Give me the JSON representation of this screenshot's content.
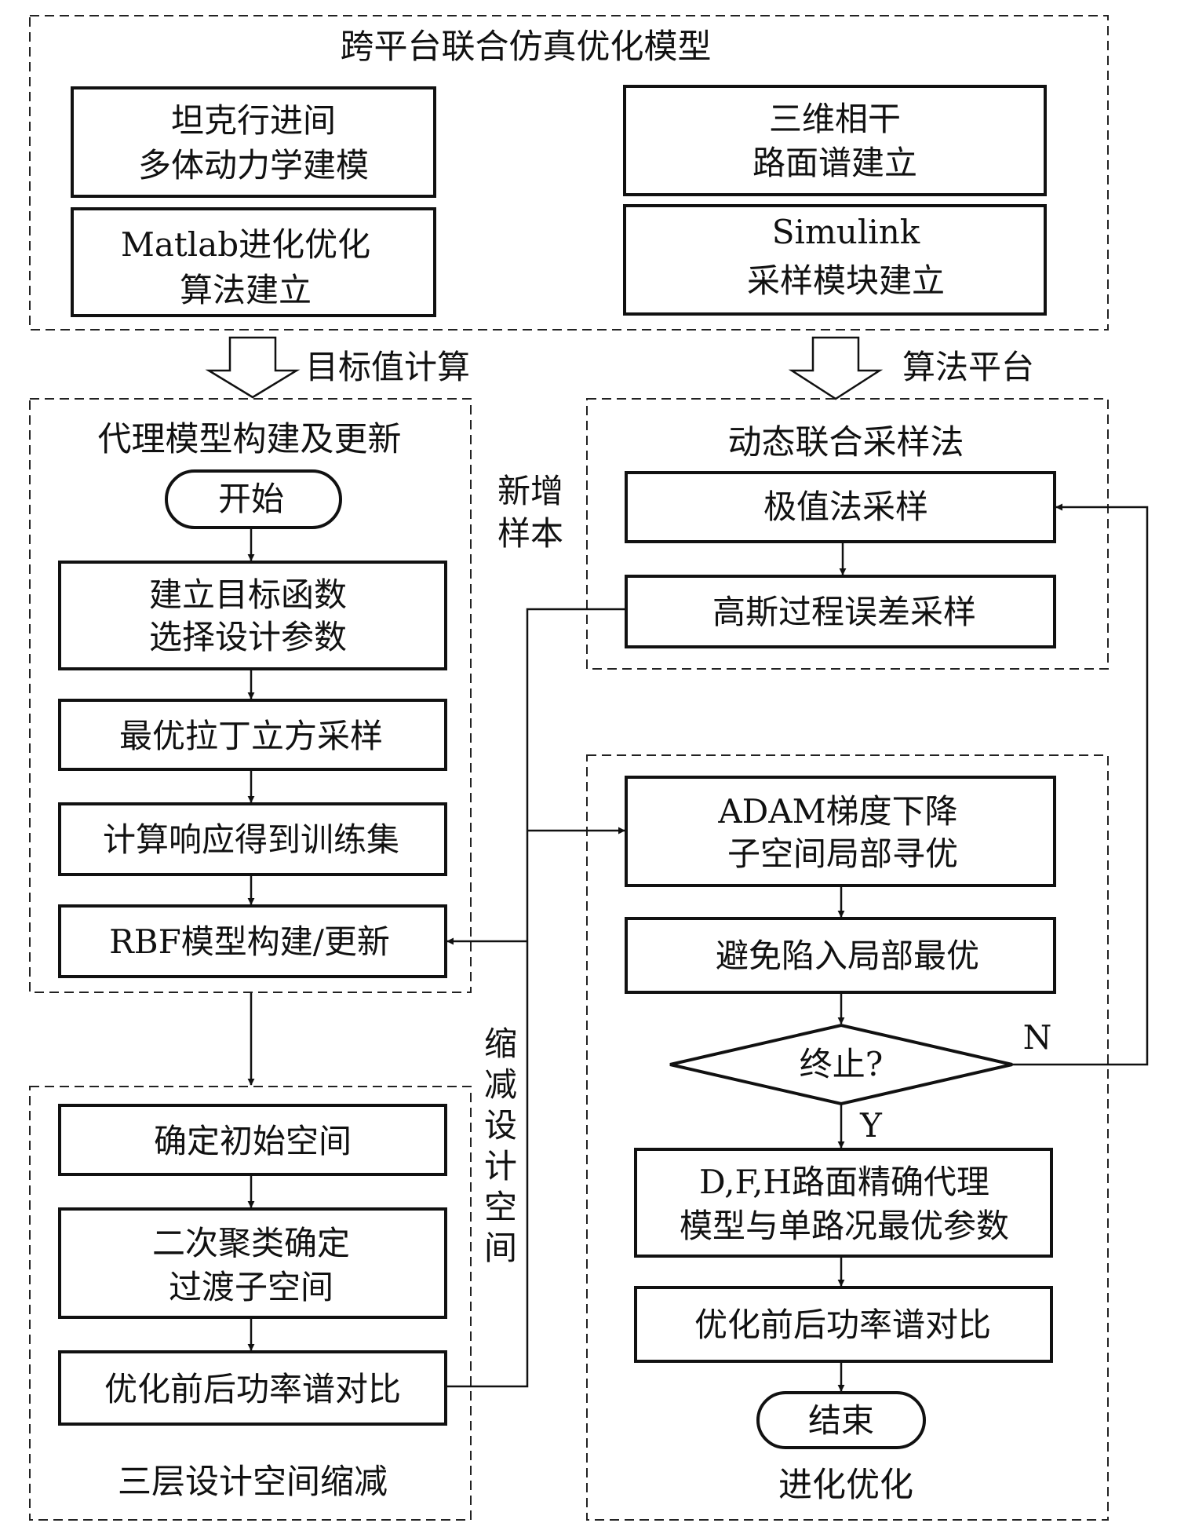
{
  "regions": {
    "top": {
      "title": "跨平台联合仿真优化模型"
    },
    "surrogate": {
      "title": "代理模型构建及更新"
    },
    "sampling": {
      "title": "动态联合采样法"
    },
    "reduction": {
      "title": "三层设计空间缩减"
    },
    "evolution": {
      "title": "进化优化"
    }
  },
  "nodes": {
    "tank_model": [
      "坦克行进间",
      "多体动力学建模"
    ],
    "road_spectrum": [
      "三维相干",
      "路面谱建立"
    ],
    "matlab_algo": [
      "Matlab进化优化",
      "算法建立"
    ],
    "simulink": [
      "Simulink",
      "采样模块建立"
    ],
    "start": [
      "开始"
    ],
    "build_objective": [
      "建立目标函数",
      "选择设计参数"
    ],
    "lhs_sampling": [
      "最优拉丁立方采样"
    ],
    "compute_response": [
      "计算响应得到训练集"
    ],
    "rbf_build": [
      "RBF模型构建/更新"
    ],
    "extreme_sampling": [
      "极值法采样"
    ],
    "gp_sampling": [
      "高斯过程误差采样"
    ],
    "adam_descent": [
      "ADAM梯度下降",
      "子空间局部寻优"
    ],
    "avoid_local": [
      "避免陷入局部最优"
    ],
    "terminate": [
      "终止?"
    ],
    "dfh_model": [
      "D,F,H路面精确代理",
      "模型与单路况最优参数"
    ],
    "psd_compare_right": [
      "优化前后功率谱对比"
    ],
    "end": [
      "结束"
    ],
    "init_space": [
      "确定初始空间"
    ],
    "cluster": [
      "二次聚类确定",
      "过渡子空间"
    ],
    "psd_compare_left": [
      "优化前后功率谱对比"
    ]
  },
  "labels": {
    "objective_calc": "目标值计算",
    "algo_platform": "算法平台",
    "new_samples": [
      "新增",
      "样本"
    ],
    "reduce_space": [
      "缩",
      "减",
      "设",
      "计",
      "空",
      "间"
    ],
    "branch_no": "N",
    "branch_yes": "Y"
  }
}
